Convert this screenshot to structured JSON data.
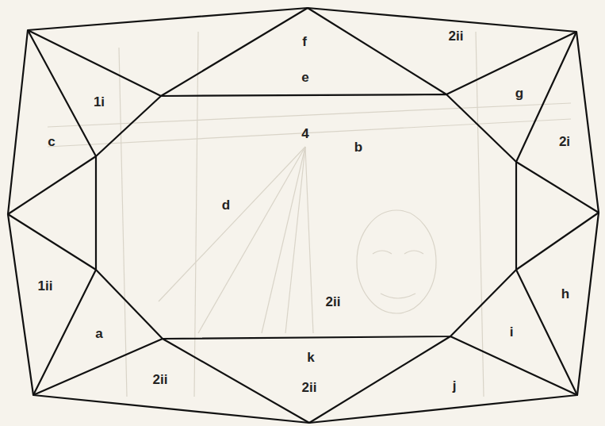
{
  "diagram": {
    "labels": [
      "f",
      "2ii",
      "e",
      "1i",
      "g",
      "c",
      "4",
      "b",
      "2i",
      "d",
      "1ii",
      "2ii",
      "h",
      "a",
      "i",
      "k",
      "2ii",
      "2ii",
      "j"
    ]
  }
}
